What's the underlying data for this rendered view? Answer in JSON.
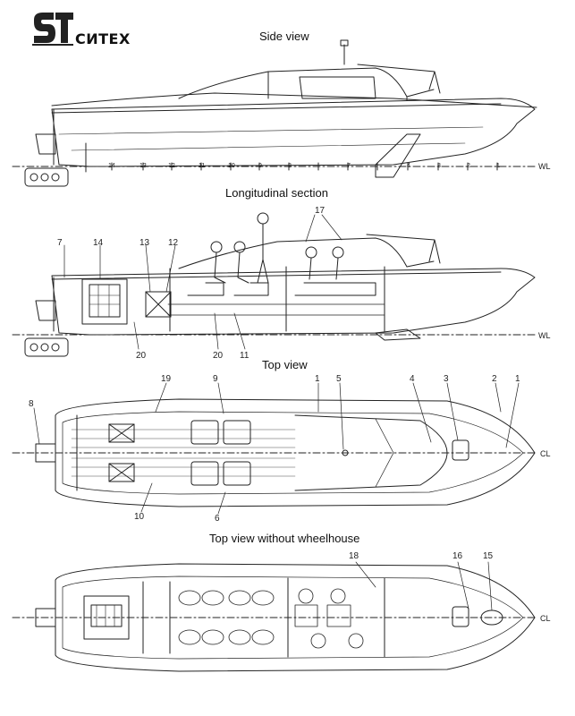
{
  "logo": {
    "mark": "St",
    "text": "СИТЕХ"
  },
  "titles": {
    "side": "Side view",
    "section": "Longitudinal section",
    "top": "Top view",
    "top_no_wh": "Top view without wheelhouse"
  },
  "axis_labels": {
    "waterline": "WL",
    "centerline": "CL"
  },
  "station_numbers": [
    "1",
    "2",
    "3",
    "4",
    "5",
    "6",
    "7",
    "8",
    "9",
    "10",
    "11",
    "12",
    "13",
    "14",
    "15"
  ],
  "callouts": {
    "c1": "1",
    "c2": "2",
    "c3": "3",
    "c4": "4",
    "c5": "5",
    "c6": "6",
    "c7": "7",
    "c8": "8",
    "c9": "9",
    "c10": "10",
    "c11": "11",
    "c12": "12",
    "c13": "13",
    "c14": "14",
    "c15": "15",
    "c16": "16",
    "c17": "17",
    "c18": "18",
    "c19": "19",
    "c20": "20"
  }
}
